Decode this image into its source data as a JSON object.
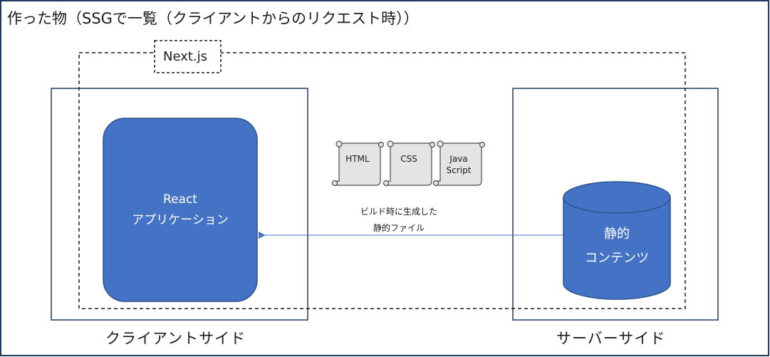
{
  "title": "作った物（SSGで一覧（クライアントからのリクエスト時））",
  "framework_label": "Next.js",
  "client": {
    "app_name": "React",
    "app_desc": "アプリケーション",
    "side_label": "クライアントサイド"
  },
  "server": {
    "content_line1": "静的",
    "content_line2": "コンテンツ",
    "side_label": "サーバーサイド"
  },
  "files": {
    "html": "HTML",
    "css": "CSS",
    "js_line1": "Java",
    "js_line2": "Script"
  },
  "transfer_label": {
    "line1": "ビルド時に生成した",
    "line2": "静的ファイル"
  },
  "colors": {
    "shape_fill": "#4472c4",
    "shape_border": "#2f528f",
    "box_border": "#1f3864",
    "arrow": "#4472c4"
  }
}
